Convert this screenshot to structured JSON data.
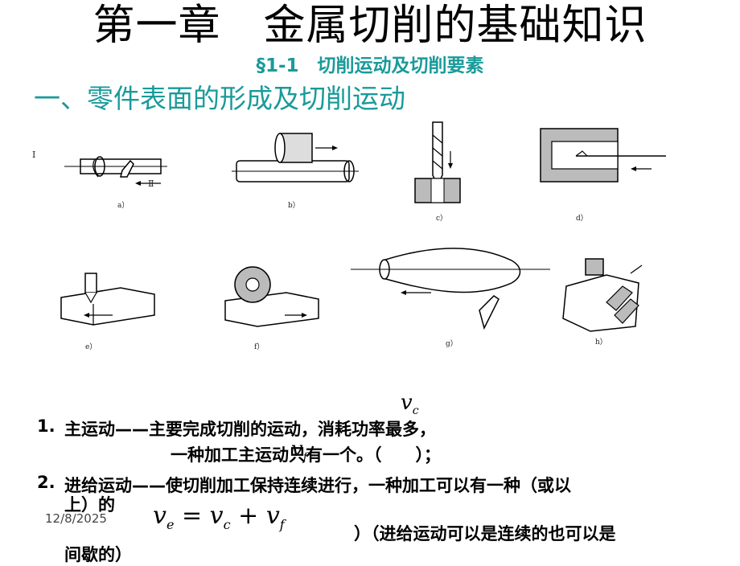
{
  "title": "第一章　金属切削的基础知识",
  "section": "§1-1　切削运动及切削要素",
  "heading": "一、零件表面的形成及切削运动",
  "figure": {
    "motion_main": "Ⅰ",
    "motion_feed": "Ⅱ",
    "captions": [
      "a）",
      "b）",
      "c）",
      "d）",
      "e）",
      "f）",
      "g）",
      "h）"
    ]
  },
  "formula": {
    "vc_v": "v",
    "vc_sub": "c",
    "vf_v": "v",
    "vf_sub": "f",
    "ve_v": "v",
    "ve_sub": "e",
    "eq": "=",
    "plus": "+"
  },
  "points": {
    "p1_num": "1.",
    "p1_line1": "主运动——主要完成切削的运动，消耗功率最多，",
    "p1_line2": "一种加工主运动只有一个。（　　）；",
    "p2_num": "2.",
    "p2_line1": "进给运动——使切削加工保持连续进行，一种加工可以有一种（或以",
    "p2_line2": "上）的",
    "p2_line3": "）（进给运动可以是连续的也可以是",
    "p2_line4": "间歇的）"
  },
  "date": "12/8/2025"
}
